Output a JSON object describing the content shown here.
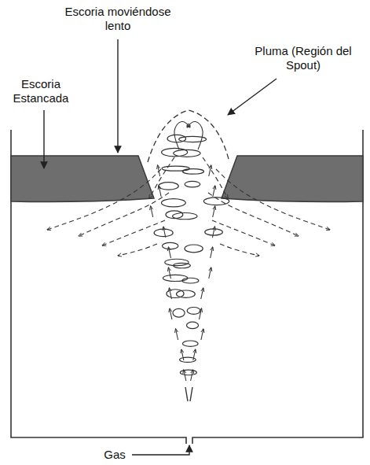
{
  "diagram": {
    "labels": [
      "Escoria moviéndose lento",
      "Pluma (Región del Spout)",
      "Escoria Estancada",
      "Gas"
    ]
  }
}
